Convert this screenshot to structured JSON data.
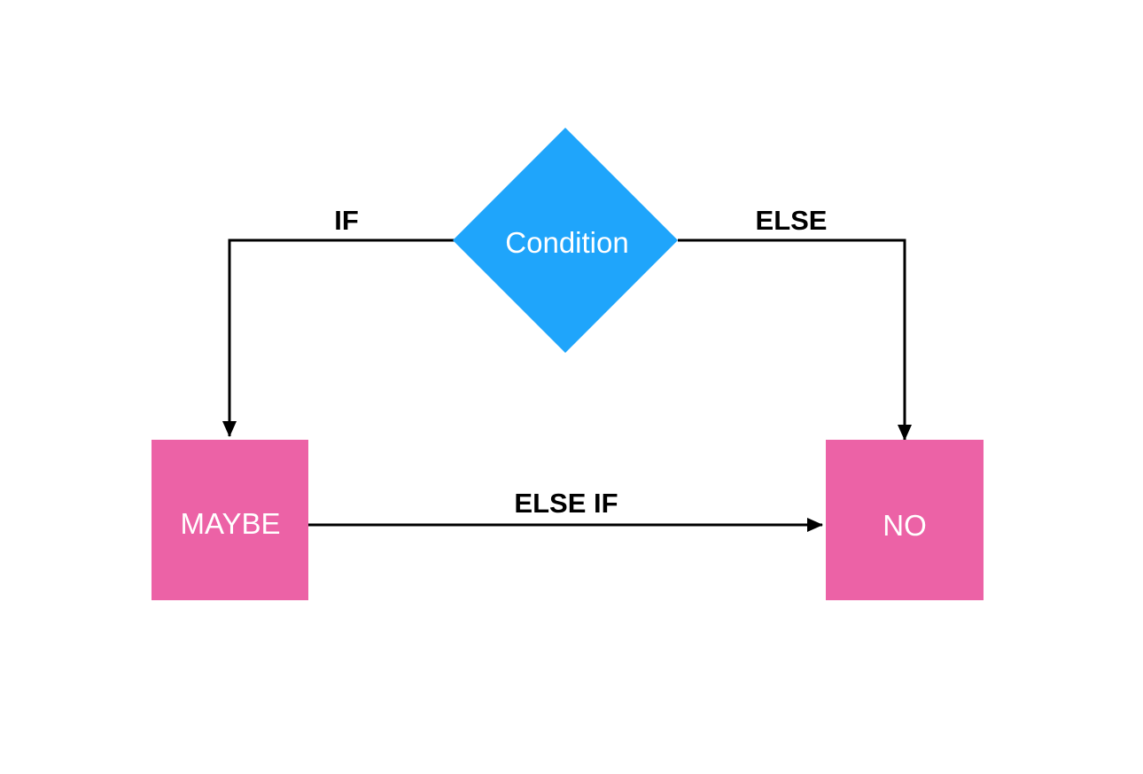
{
  "colors": {
    "decision": "#1fa5fb",
    "outcome": "#ec62a6",
    "line": "#000000",
    "background": "#ffffff"
  },
  "nodes": {
    "condition": "Condition",
    "maybe": "MAYBE",
    "no": "NO"
  },
  "edges": {
    "if": "IF",
    "else": "ELSE",
    "else_if": "ELSE IF"
  }
}
